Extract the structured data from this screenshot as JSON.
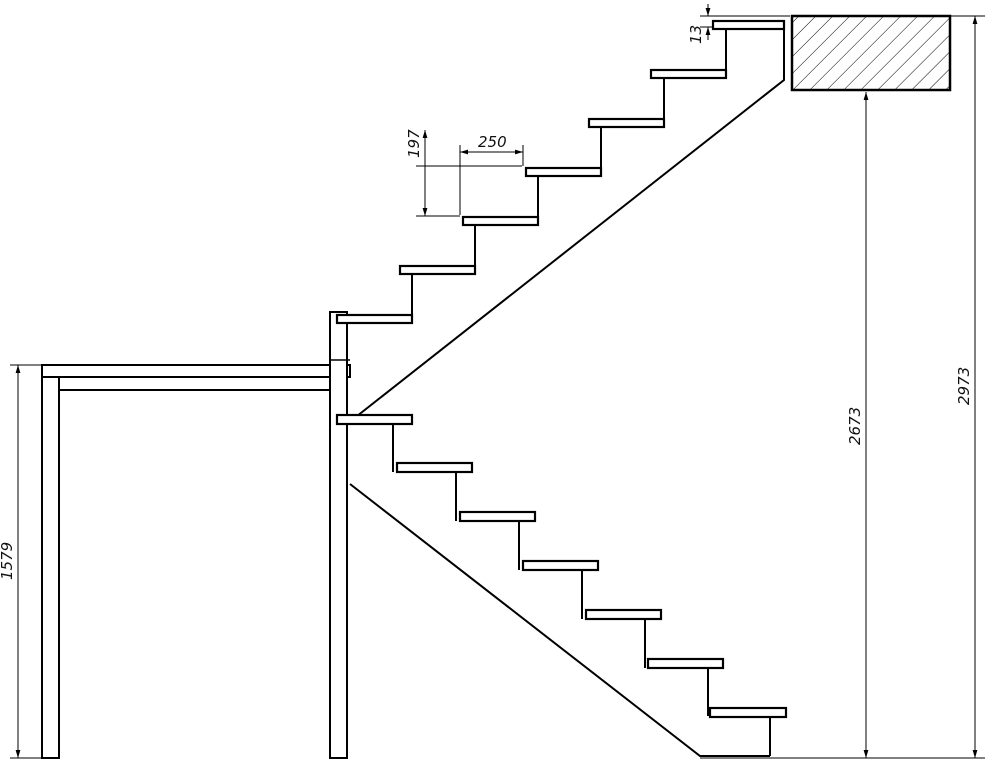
{
  "dimensions": {
    "step_width": "250",
    "step_rise": "197",
    "tread_offset": "13",
    "landing_height": "1579",
    "upper_floor_height": "2673",
    "total_height": "2973"
  }
}
